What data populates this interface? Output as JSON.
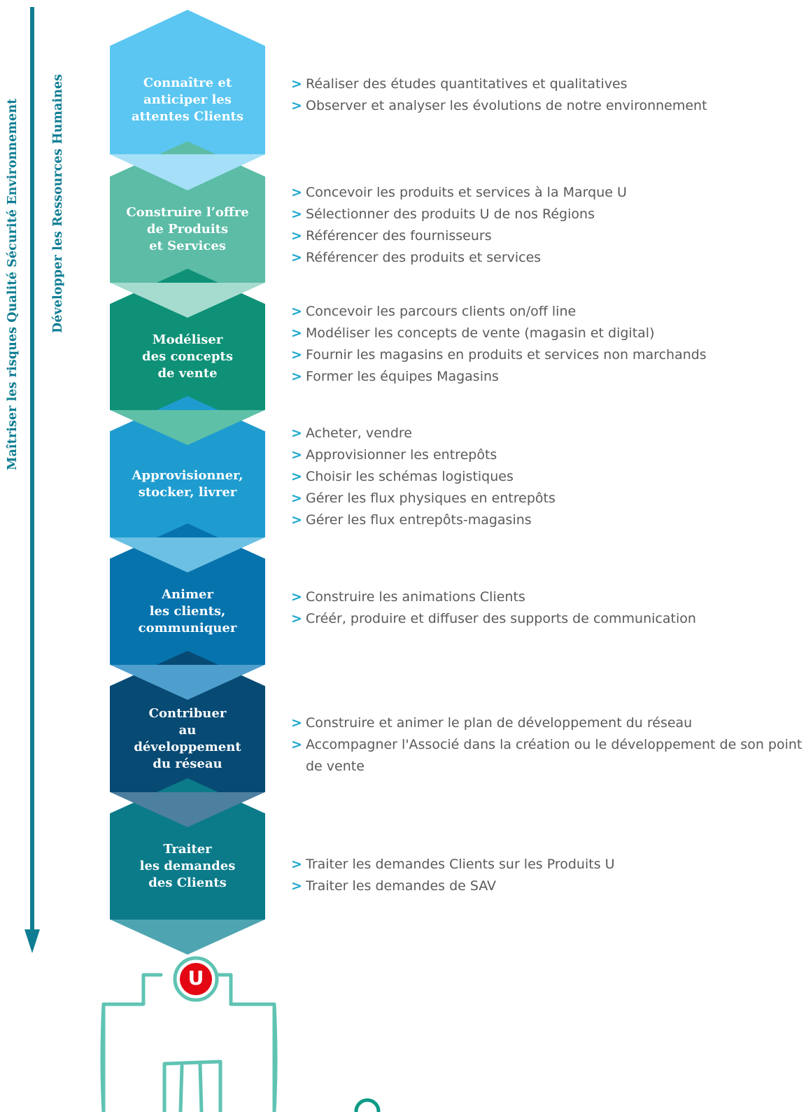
{
  "side_labels": {
    "risks": "Maîtriser les risques Qualité Sécurité Environnement",
    "hr": "Développer les Ressources Humaines"
  },
  "colors": {
    "accent": "#1fa9cf",
    "arrow": "#0e7d93",
    "text": "#5a5a5a"
  },
  "steps": [
    {
      "title": "Connaître et\nanticiper les\nattentes Clients",
      "color": "#5ac6f1",
      "connector_color": "#a6e0f8",
      "tasks": [
        "Réaliser des études quantitatives et qualitatives",
        "Observer et analyser les évolutions de notre environnement"
      ]
    },
    {
      "title": "Construire l’offre\nde Produits\net Services",
      "color": "#5cbca6",
      "connector_color": "#a6dccf",
      "tasks": [
        "Concevoir les produits et services à la Marque U",
        "Sélectionner des produits U de nos Régions",
        "Référencer des fournisseurs",
        "Référencer des produits et services"
      ]
    },
    {
      "title": "Modéliser\ndes concepts\nde vente",
      "color": "#0e9177",
      "connector_color": "#5fc0a8",
      "tasks": [
        "Concevoir les parcours clients on/off line",
        "Modéliser les concepts de vente (magasin et digital)",
        "Fournir les magasins en produits et services non marchands",
        "Former les équipes Magasins"
      ]
    },
    {
      "title": "Approvisionner,\nstocker, livrer",
      "color": "#1f9ccf",
      "connector_color": "#6cc0e3",
      "tasks": [
        "Acheter, vendre",
        "Approvisionner les entrepôts",
        "Choisir les schémas logistiques",
        "Gérer les flux physiques en entrepôts",
        "Gérer les flux entrepôts-magasins"
      ]
    },
    {
      "title": "Animer\nles clients,\ncommuniquer",
      "color": "#0773ad",
      "connector_color": "#4f9fce",
      "tasks": [
        "Construire les animations Clients",
        "Créér, produire et diffuser des supports de communication"
      ]
    },
    {
      "title": "Contribuer\nau\ndéveloppement\ndu réseau",
      "color": "#074a73",
      "connector_color": "#4d7f9f",
      "tasks": [
        "Construire et animer le plan de développement du réseau",
        "Accompagner l'Associé dans la création ou le développement de son point de vente"
      ]
    },
    {
      "title": "Traiter\nles demandes\ndes Clients",
      "color": "#0b7b8a",
      "connector_color": "#4ea5b1",
      "tasks": [
        "Traiter les demandes Clients sur les Produits U",
        "Traiter les demandes de SAV"
      ]
    }
  ],
  "bullet": ">",
  "logo": {
    "letter": "U",
    "ring_color": "#5fc3b3",
    "letter_color": "#e30613",
    "store_outline_color": "#5fc3b3"
  }
}
